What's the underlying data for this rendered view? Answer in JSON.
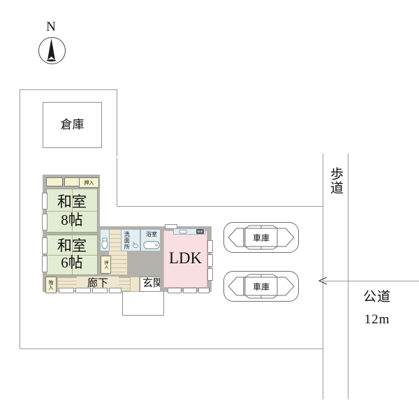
{
  "plan": {
    "title_type": "site-and-floor-plan",
    "compass": {
      "label": "N",
      "icon": "north-arrow-icon"
    },
    "colors": {
      "tatami_green": "#e2ecd2",
      "ldk_pink": "#f9dfe2",
      "wood_floor": "#efe6cf",
      "closet_yellow": "#f5f3cf",
      "water_blue": "#e2eef2",
      "wall_grey": "#b4b0ac",
      "boundary_line": "#9a9a9a"
    },
    "outbuildings": [
      {
        "name": "storage-shed",
        "label": "倉庫"
      }
    ],
    "rooms": [
      {
        "name": "japanese-room-8",
        "label_main": "和室",
        "label_size": "8帖"
      },
      {
        "name": "japanese-room-6",
        "label_main": "和室",
        "label_size": "6帖"
      },
      {
        "name": "living-dining-kitchen",
        "label": "LDK"
      },
      {
        "name": "corridor",
        "label": "廊下"
      },
      {
        "name": "entrance",
        "label": "玄関"
      },
      {
        "name": "washroom",
        "label": "洗面所"
      },
      {
        "name": "bathroom",
        "label": "浴室"
      }
    ],
    "closets": [
      {
        "name": "closet-oshiire-top",
        "label": "押入"
      },
      {
        "name": "closet-oshiire-mid",
        "label": "押入"
      },
      {
        "name": "closet-monoire",
        "label": "物入"
      }
    ],
    "parking": [
      {
        "name": "garage-bay-1",
        "label": "車庫"
      },
      {
        "name": "garage-bay-2",
        "label": "車庫"
      }
    ],
    "road": {
      "sidewalk_label": "歩道",
      "public_road_label": "公道",
      "public_road_width": "12m",
      "arrow": "left-arrow-icon"
    },
    "fixtures": [
      {
        "name": "kitchen-sink-icon"
      },
      {
        "name": "kitchen-stove-icon"
      },
      {
        "name": "toilet-icon"
      },
      {
        "name": "bathtub-icon"
      },
      {
        "name": "washbasin-icon"
      }
    ]
  }
}
